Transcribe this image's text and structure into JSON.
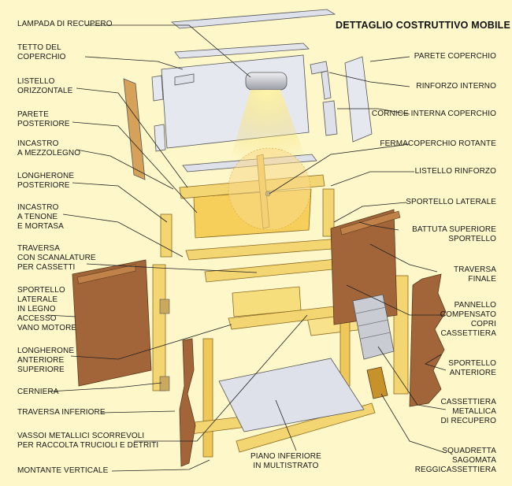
{
  "title": "DETTAGLIO COSTRUTTIVO MOBILE",
  "labels_left": [
    {
      "id": "lampada",
      "lines": [
        "LAMPADA DI RECUPERO"
      ]
    },
    {
      "id": "tetto",
      "lines": [
        "TETTO DEL",
        "COPERCHIO"
      ]
    },
    {
      "id": "listello-orizz",
      "lines": [
        "LISTELLO",
        "ORIZZONTALE"
      ]
    },
    {
      "id": "parete-post",
      "lines": [
        "PARETE",
        "POSTERIORE"
      ]
    },
    {
      "id": "incastro-mezzo",
      "lines": [
        "INCASTRO",
        "A MEZZOLEGNO"
      ]
    },
    {
      "id": "longherone-post",
      "lines": [
        "LONGHERONE",
        "POSTERIORE"
      ]
    },
    {
      "id": "incastro-tenone",
      "lines": [
        "INCASTRO",
        "A TENONE",
        "E MORTASA"
      ]
    },
    {
      "id": "traversa-scan",
      "lines": [
        "TRAVERSA",
        "CON SCANALATURE",
        "PER CASSETTI"
      ]
    },
    {
      "id": "sportello-lat-legno",
      "lines": [
        "SPORTELLO",
        "LATERALE",
        "IN LEGNO",
        "ACCESSO",
        "VANO MOTORE"
      ]
    },
    {
      "id": "longherone-ant",
      "lines": [
        "LONGHERONE",
        "ANTERIORE",
        "SUPERIORE"
      ]
    },
    {
      "id": "cerniera",
      "lines": [
        "CERNIERA"
      ]
    },
    {
      "id": "traversa-inf",
      "lines": [
        "TRAVERSA INFERIORE"
      ]
    },
    {
      "id": "vassoi",
      "lines": [
        "VASSOI METALLICI SCORREVOLI",
        "PER RACCOLTA TRUCIOLI E DETRITI"
      ]
    },
    {
      "id": "montante",
      "lines": [
        "MONTANTE VERTICALE"
      ]
    }
  ],
  "labels_right": [
    {
      "id": "parete-coperchio",
      "lines": [
        "PARETE COPERCHIO"
      ]
    },
    {
      "id": "rinforzo-interno",
      "lines": [
        "RINFORZO INTERNO"
      ]
    },
    {
      "id": "cornice-interna",
      "lines": [
        "CORNICE INTERNA COPERCHIO"
      ]
    },
    {
      "id": "fermacoperchio",
      "lines": [
        "FERMACOPERCHIO ROTANTE"
      ]
    },
    {
      "id": "listello-rinforzo",
      "lines": [
        "LISTELLO RINFORZO"
      ]
    },
    {
      "id": "sportello-laterale",
      "lines": [
        "SPORTELLO LATERALE"
      ]
    },
    {
      "id": "battuta",
      "lines": [
        "BATTUTA SUPERIORE",
        "SPORTELLO"
      ]
    },
    {
      "id": "traversa-finale",
      "lines": [
        "TRAVERSA",
        "FINALE"
      ]
    },
    {
      "id": "pannello",
      "lines": [
        "PANNELLO",
        "COMPENSATO",
        "COPRI",
        "CASSETTIERA"
      ]
    },
    {
      "id": "sportello-ant",
      "lines": [
        "SPORTELLO",
        "ANTERIORE"
      ]
    },
    {
      "id": "cassettiera",
      "lines": [
        "CASSETTIERA",
        "METALLICA",
        "DI RECUPERO"
      ]
    },
    {
      "id": "squadretta",
      "lines": [
        "SQUADRETTA",
        "SAGOMATA",
        "REGGICASSETTIERA"
      ]
    }
  ],
  "labels_bottom": [
    {
      "id": "piano-inf",
      "lines": [
        "PIANO INFERIORE",
        "IN MULTISTRATO"
      ]
    }
  ],
  "colors": {
    "background": "#fdf7c9",
    "wood_light": "#f7dc7a",
    "wood_mid": "#e9bf4a",
    "wood_dark": "#c8922a",
    "brown_panel": "#a2653a",
    "grey_panel": "#d9dce6",
    "metal": "#c9ccd3"
  }
}
